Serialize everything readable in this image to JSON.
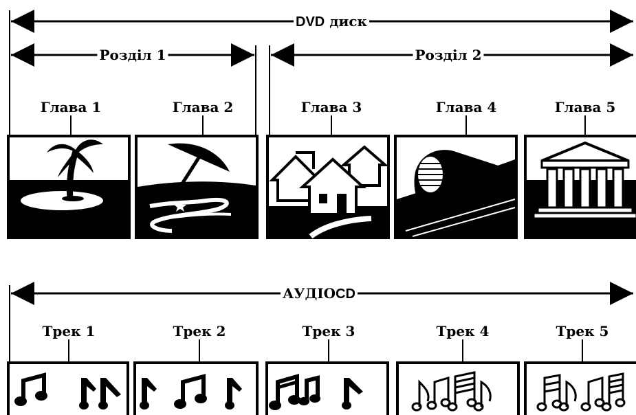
{
  "dvd": {
    "brand": "DVD",
    "word": "диск",
    "titles": [
      {
        "label": "Розділ 1"
      },
      {
        "label": "Розділ 2"
      }
    ],
    "chapters": [
      {
        "label": "Глава 1",
        "icon": "palm-island-icon"
      },
      {
        "label": "Глава 2",
        "icon": "beach-umbrella-icon"
      },
      {
        "label": "Глава 3",
        "icon": "houses-icon"
      },
      {
        "label": "Глава 4",
        "icon": "train-icon"
      },
      {
        "label": "Глава 5",
        "icon": "temple-icon"
      }
    ]
  },
  "audio_cd": {
    "word": "АУДІО",
    "brand": "CD",
    "tracks": [
      {
        "label": "Трек 1",
        "icon": "music-notes-icon"
      },
      {
        "label": "Трек 2",
        "icon": "music-notes-icon"
      },
      {
        "label": "Трек 3",
        "icon": "music-notes-icon"
      },
      {
        "label": "Трек 4",
        "icon": "music-notes-icon"
      },
      {
        "label": "Трек 5",
        "icon": "music-notes-icon"
      }
    ]
  },
  "colors": {
    "ink": "#000000",
    "paper": "#ffffff"
  }
}
